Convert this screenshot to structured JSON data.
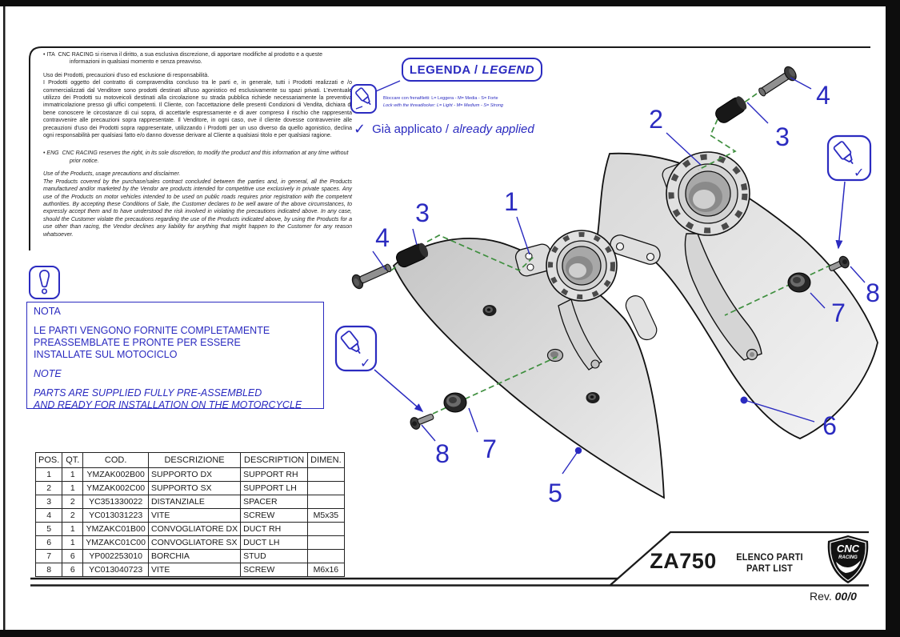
{
  "colors": {
    "accent_blue": "#2b2bc0",
    "assembly_green": "#3f8f3f",
    "panel_gray": "#d9d9d9"
  },
  "disclaimer": {
    "ita_marker": "• ITA",
    "ita_notice": "CNC RACING si riserva il diritto, a sua esclusiva discrezione, di apportare modifiche al prodotto e a queste informazioni in qualsiasi momento e senza preavviso.",
    "ita_title": "Uso dei Prodotti, precauzioni d'uso ed esclusione di responsabilità.",
    "ita_body": "I Prodotti oggetto del contratto di compravendita concluso tra le parti e, in generale, tutti i Prodotti realizzati e /o commercializzati dal Venditore sono prodotti destinati all'uso agonistico ed esclusivamente su spazi privati. L'eventuale utilizzo dei Prodotti su motoveicoli destinati alla circolazione su strada pubblica richiede necessariamente la preventiva immatricolazione presso gli uffici competenti. Il Cliente, con l'accettazione delle presenti Condizioni di Vendita, dichiara di bene conoscere le circostanze di cui sopra, di accettarle espressamente e di aver compreso il rischio che rappresenta contravvenire alle precauzioni sopra rappresentate. Il Venditore, in ogni caso, ove il cliente dovesse contravvenire alle precauzioni d'uso dei Prodotti sopra rappresentate, utilizzando i Prodotti per un uso diverso da quello agonistico, declina ogni responsabilità per qualsiasi fatto e/o danno dovesse derivare al Cliente a qualsiasi titolo e per qualsiasi ragione.",
    "eng_marker": "• ENG",
    "eng_notice": "CNC RACING reserves the right, in its sole discretion, to modify the product and this information at any time without prior notice.",
    "eng_title": "Use of the Products, usage precautions and disclaimer.",
    "eng_body": "The Products covered by the purchase/sales contract concluded between the parties and, in general, all the Products manufactured and/or marketed by the Vendor are products intended for competitive use exclusively in private spaces. Any use of the Products on motor vehicles intended to be used on public roads requires prior registration with the competent authorities. By accepting these Conditions of Sale, the Customer declares to be well aware of the above circumstances, to expressly accept them and to have understood the risk involved in violating the precautions indicated above. In any case, should the Customer violate the precautions regarding the use of the Products indicated above, by using the Products for a use other than racing, the Vendor declines any liability for anything that might happen to the Customer for any reason whatsoever."
  },
  "legend": {
    "title_ita": "LEGENDA /",
    "title_eng": "LEGEND",
    "threadlocker_ita": "Bloccare con frenafiletti: L= Leggera - M= Media - S= Forte",
    "threadlocker_eng": "Lock with the threadlocker: L= Light - M= Medium - S= Strong",
    "applied_check": "✓",
    "applied_ita": "Già applicato /",
    "applied_eng": "already applied"
  },
  "note_box": {
    "title_ita": "NOTA",
    "body_ita": "LE PARTI VENGONO FORNITE COMPLETAMENTE\nPREASSEMBLATE E PRONTE PER ESSERE\nINSTALLATE SUL MOTOCICLO",
    "title_eng": "NOTE",
    "body_eng": "PARTS ARE SUPPLIED FULLY PRE-ASSEMBLED\nAND READY FOR INSTALLATION ON THE MOTORCYCLE"
  },
  "parts_table": {
    "headers": [
      "POS.",
      "QT.",
      "COD.",
      "DESCRIZIONE",
      "DESCRIPTION",
      "DIMEN."
    ],
    "rows": [
      [
        "1",
        "1",
        "YMZAK002B00",
        "SUPPORTO DX",
        "SUPPORT RH",
        ""
      ],
      [
        "2",
        "1",
        "YMZAK002C00",
        "SUPPORTO SX",
        "SUPPORT LH",
        ""
      ],
      [
        "3",
        "2",
        "YC351330022",
        "DISTANZIALE",
        "SPACER",
        ""
      ],
      [
        "4",
        "2",
        "YC013031223",
        "VITE",
        "SCREW",
        "M5x35"
      ],
      [
        "5",
        "1",
        "YMZAKC01B00",
        "CONVOGLIATORE DX",
        "DUCT RH",
        ""
      ],
      [
        "6",
        "1",
        "YMZAKC01C00",
        "CONVOGLIATORE SX",
        "DUCT LH",
        ""
      ],
      [
        "7",
        "6",
        "YP002253010",
        "BORCHIA",
        "STUD",
        ""
      ],
      [
        "8",
        "6",
        "YC013040723",
        "VITE",
        "SCREW",
        "M6x16"
      ]
    ]
  },
  "title_block": {
    "model": "ZA750",
    "doc_title_ita": "ELENCO PARTI",
    "doc_title_eng": "PART LIST",
    "rev_label": "Rev.",
    "rev_value": "00/0"
  },
  "diagram": {
    "check": "✓",
    "callouts": {
      "c1": "1",
      "c2": "2",
      "c3": "3",
      "c4": "4",
      "c5": "5",
      "c6": "6",
      "c7": "7",
      "c8": "8"
    }
  }
}
